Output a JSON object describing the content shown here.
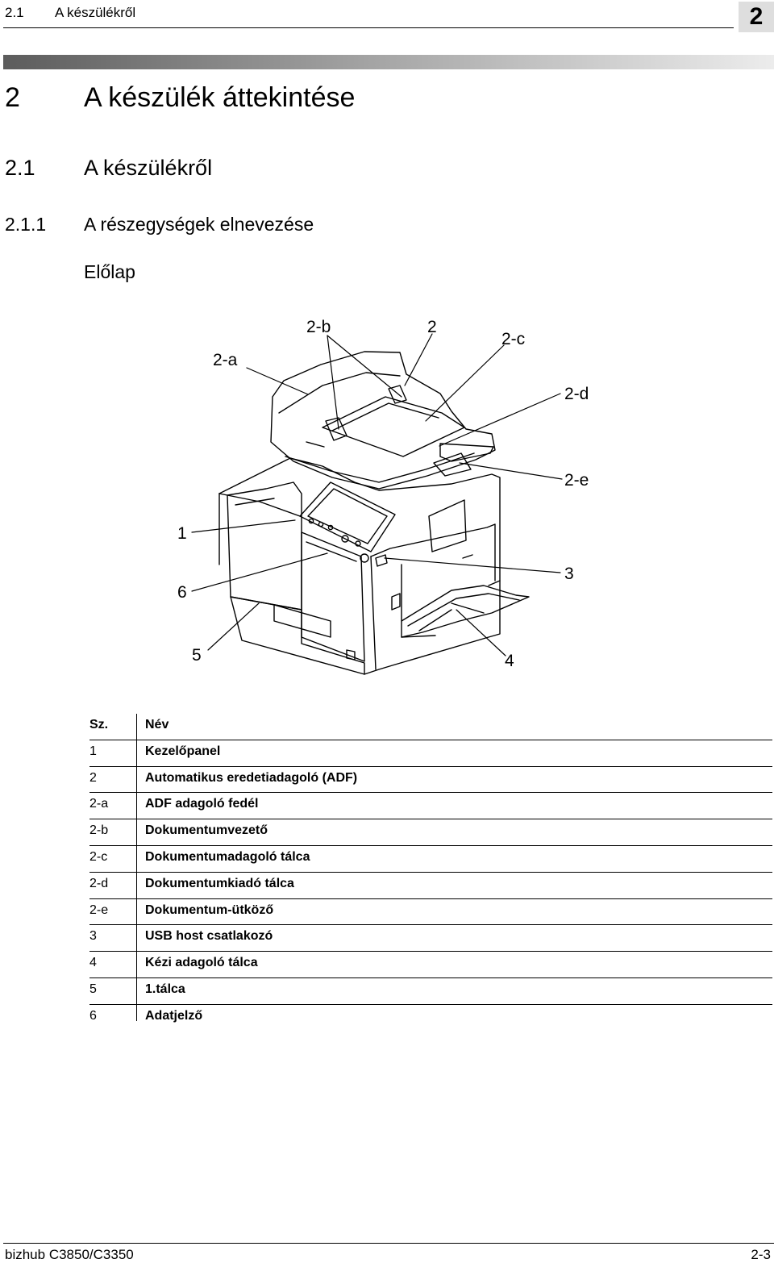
{
  "header": {
    "section_number": "2.1",
    "section_title": "A készülékről",
    "chapter_tab": "2"
  },
  "headings": {
    "h1_number": "2",
    "h1_title": "A készülék áttekintése",
    "h2_number": "2.1",
    "h2_title": "A készülékről",
    "h3_number": "2.1.1",
    "h3_title": "A részegységek elnevezése",
    "h4_title": "Előlap"
  },
  "callouts": [
    "2-a",
    "2-b",
    "2",
    "2-c",
    "2-d",
    "2-e",
    "1",
    "6",
    "3",
    "5",
    "4"
  ],
  "table": {
    "col_number": "Sz.",
    "col_name": "Név",
    "rows": [
      {
        "num": "1",
        "name": "Kezelőpanel"
      },
      {
        "num": "2",
        "name": "Automatikus eredetiadagoló (ADF)"
      },
      {
        "num": "2-a",
        "name": "ADF adagoló fedél"
      },
      {
        "num": "2-b",
        "name": "Dokumentumvezető"
      },
      {
        "num": "2-c",
        "name": "Dokumentumadagoló tálca"
      },
      {
        "num": "2-d",
        "name": "Dokumentumkiadó tálca"
      },
      {
        "num": "2-e",
        "name": "Dokumentum-ütköző"
      },
      {
        "num": "3",
        "name": "USB host csatlakozó"
      },
      {
        "num": "4",
        "name": "Kézi adagoló tálca"
      },
      {
        "num": "5",
        "name": "1.tálca"
      },
      {
        "num": "6",
        "name": "Adatjelző"
      }
    ]
  },
  "footer": {
    "model": "bizhub C3850/C3350",
    "page": "2-3"
  }
}
